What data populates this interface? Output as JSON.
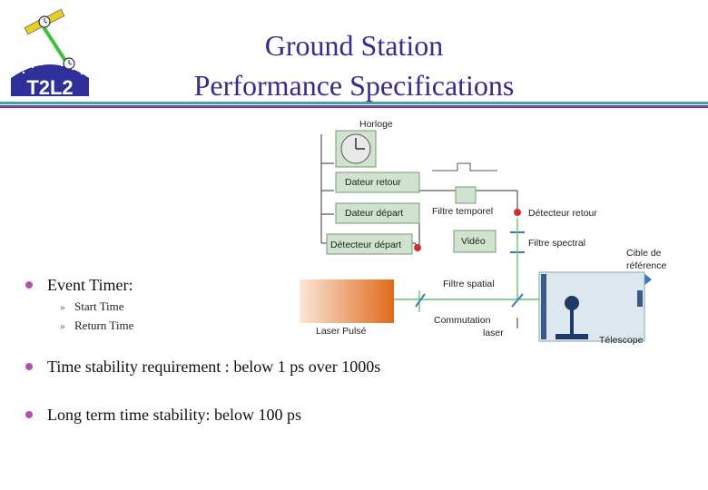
{
  "logo": {
    "text": "T2L2"
  },
  "title": {
    "line1": "Ground Station",
    "line2": "Performance Specifications"
  },
  "diagram": {
    "labels": {
      "horloge": "Horloge",
      "dateur_retour": "Dateur retour",
      "dateur_depart": "Dateur départ",
      "detecteur_depart": "Détecteur départ",
      "filtre_temporel": "Filtre temporel",
      "detecteur_retour": "Détecteur retour",
      "video": "Vidéo",
      "filtre_spectral": "Filtre spectral",
      "cible_line1": "Cible de",
      "cible_line2": "référence",
      "filtre_spatial": "Filtre spatial",
      "commutation_line1": "Commutation",
      "commutation_line2": "laser",
      "laser_pulse": "Laser Pulsé",
      "telescope": "Télescope"
    }
  },
  "bullets": {
    "event_timer": "Event Timer:",
    "sub_items": [
      "Start Time",
      "Return Time"
    ],
    "sub_marker": "»",
    "stability": "Time stability requirement : below 1 ps over 1000s",
    "long_term": "Long term time stability: below 100 ps"
  },
  "colors": {
    "title": "#3a2a8c",
    "bullet": "#b24fb8",
    "rule_teal": "#3aa6a6",
    "rule_purple": "#7a3fa0",
    "box_green": "#cfe3cf",
    "laser_orange": "#e06a1a"
  }
}
